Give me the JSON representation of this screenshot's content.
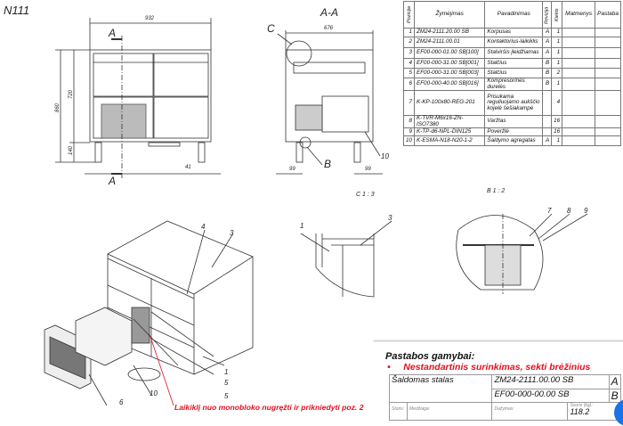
{
  "drawing": {
    "view_label": "N111",
    "section_label": "A-A",
    "section_marker": "A",
    "detail_c_marker": "C",
    "detail_b_marker": "B",
    "detail_c_title": "C 1 : 3",
    "detail_b_title": "B 1 : 2",
    "dimensions": {
      "width": "932",
      "height": "860",
      "body_height": "720",
      "leg_height": "140",
      "offset": "41",
      "depth": "676",
      "leg_offset_left": "99",
      "leg_offset_right": "99"
    },
    "callouts": [
      "1",
      "3",
      "4",
      "5",
      "5",
      "6",
      "10",
      "1",
      "3",
      "7",
      "8",
      "9",
      "10"
    ],
    "assembly_note": "Laikiklį nuo monobloko nugręžti ir prikniedyti poz. 2"
  },
  "parts_table": {
    "headers": [
      "Pozicija",
      "Žymėjimas",
      "Pavadinimas",
      "Revizija",
      "Kiekis",
      "Matmenys",
      "Pastaba"
    ],
    "rows": [
      {
        "pos": "1",
        "code": "ZM24-2111.20.00 SB",
        "name": "Korpusas",
        "rev": "A",
        "qty": "1"
      },
      {
        "pos": "2",
        "code": "ZM24-2111.00.01",
        "name": "Kontaktorius-laikiklis",
        "rev": "A",
        "qty": "1"
      },
      {
        "pos": "3",
        "code": "EF00-000-01.00 SB[100]",
        "name": "Stalviršis įleidžiamas",
        "rev": "A",
        "qty": "1"
      },
      {
        "pos": "4",
        "code": "EF00-000-31.00 SB[001]",
        "name": "Stalčius",
        "rev": "B",
        "qty": "1"
      },
      {
        "pos": "5",
        "code": "EF00-000-31.00 SB[003]",
        "name": "Stalčius",
        "rev": "B",
        "qty": "2"
      },
      {
        "pos": "6",
        "code": "EF00-000-40.00 SB[016]",
        "name": "Kompresorinės durelės",
        "rev": "B",
        "qty": "1"
      },
      {
        "pos": "7",
        "code": "K-KP-100x80-REG-201",
        "name": "Prisukama reguliuojamo aukščio kojelė šešiakampė",
        "rev": "",
        "qty": "4"
      },
      {
        "pos": "8",
        "code": "K-TVR-M6x16-ZN-ISO7380",
        "name": "Varžtas",
        "rev": "",
        "qty": "16"
      },
      {
        "pos": "9",
        "code": "K-TP-d6-NPL-DIN125",
        "name": "Poveržlė",
        "rev": "",
        "qty": "16"
      },
      {
        "pos": "10",
        "code": "K-ESMA-N18-N20-1-2",
        "name": "Šaldymo agregatas",
        "rev": "A",
        "qty": "1"
      }
    ]
  },
  "notes": {
    "heading": "Pastabos gamybai:",
    "bullet": "•",
    "item": "Nestandartinis surinkimas, sekti brėžinius"
  },
  "title_block": {
    "name": "Šaldomas stalas",
    "code1": "ZM24-2111.00.00 SB",
    "rev1": "A",
    "code2": "EF00-000-00.00 SB",
    "rev2": "B",
    "thickness_label": "Storis:",
    "material_label": "Medžiaga:",
    "paint_label": "Dažymas:",
    "weight_label": "Svoris (kg):",
    "weight": "118.2"
  },
  "colors": {
    "note_red": "#e01020",
    "line": "#333333"
  }
}
